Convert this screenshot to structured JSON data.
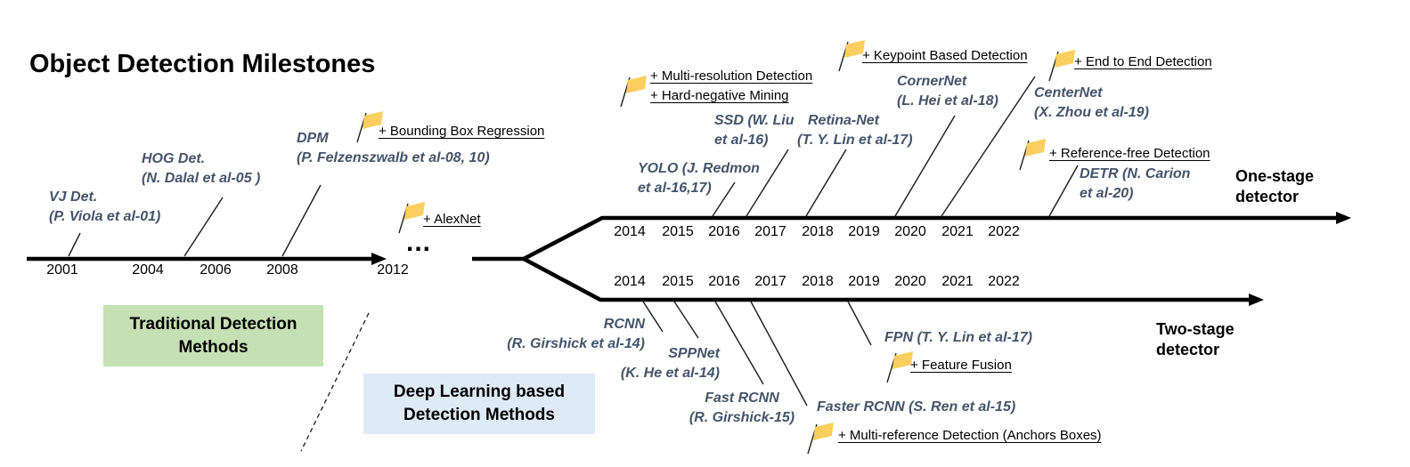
{
  "title": "Object Detection Milestones",
  "era_boxes": {
    "traditional": {
      "line1": "Traditional Detection",
      "line2": "Methods"
    },
    "deep_learning": {
      "line1": "Deep Learning based",
      "line2": "Detection Methods"
    }
  },
  "main_timeline": {
    "ellipsis": "...",
    "years": [
      "2001",
      "2004",
      "2006",
      "2008",
      "2012"
    ],
    "milestones": [
      {
        "line1": "VJ Det.",
        "line2": "(P. Viola et al-01)"
      },
      {
        "line1": "HOG Det.",
        "line2": "(N. Dalal et al-05 )"
      },
      {
        "line1": "DPM",
        "line2": "(P. Felzenszwalb et al-08, 10)"
      }
    ],
    "flags": [
      {
        "label": "+ Bounding Box Regression"
      },
      {
        "label": "+ AlexNet"
      }
    ]
  },
  "one_stage": {
    "label": {
      "line1": "One-stage",
      "line2": "detector"
    },
    "years": [
      "2014",
      "2015",
      "2016",
      "2017",
      "2018",
      "2019",
      "2020",
      "2021",
      "2022"
    ],
    "milestones": [
      {
        "line1": "YOLO (J. Redmon",
        "line2": "et al-16,17)"
      },
      {
        "line1": "SSD (W. Liu",
        "line2": "et al-16)"
      },
      {
        "line1": "Retina-Net",
        "line2": "(T. Y. Lin et al-17)"
      },
      {
        "line1": "CornerNet",
        "line2": "(L. Hei et al-18)"
      },
      {
        "line1": "CenterNet",
        "line2": "(X. Zhou et al-19)"
      },
      {
        "line1": "DETR (N. Carion",
        "line2": "et al-20)"
      }
    ],
    "flags": [
      {
        "label": "+ Multi-resolution Detection"
      },
      {
        "label": "+ Hard-negative Mining"
      },
      {
        "label": "+ Keypoint Based Detection"
      },
      {
        "label": "+ End to End Detection"
      },
      {
        "label": "+ Reference-free Detection"
      }
    ]
  },
  "two_stage": {
    "label": {
      "line1": "Two-stage",
      "line2": "detector"
    },
    "years": [
      "2014",
      "2015",
      "2016",
      "2017",
      "2018",
      "2019",
      "2020",
      "2021",
      "2022"
    ],
    "milestones": [
      {
        "line1": "RCNN",
        "line2": "(R. Girshick et al-14)"
      },
      {
        "line1": "SPPNet",
        "line2": "(K. He et al-14)"
      },
      {
        "line1": "Fast RCNN",
        "line2": "(R. Girshick-15)"
      },
      {
        "line1": "Faster RCNN (S. Ren et al-15)"
      },
      {
        "line1": "FPN (T. Y. Lin et al-17)"
      }
    ],
    "flags": [
      {
        "label": "+ Feature Fusion"
      },
      {
        "label": "+ Multi-reference Detection (Anchors Boxes)"
      }
    ]
  },
  "colors": {
    "milestone_text": "#44546A",
    "flag_fill": "#FBCF5F",
    "traditional_box_bg": "#C5E0B4",
    "deep_learning_box_bg": "#DEEAF6",
    "line": "#000000"
  }
}
